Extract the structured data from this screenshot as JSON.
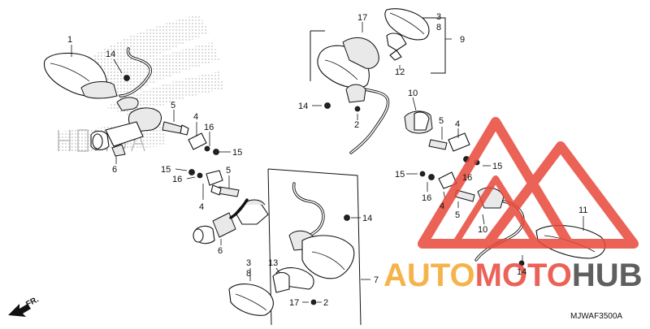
{
  "diagram_code": "MJWAF3500A",
  "direction_label": "FR.",
  "watermark": {
    "part1": "AUTO",
    "part2": "MOTO",
    "part3": "HUB"
  },
  "colors": {
    "watermark_red": "#e8473a",
    "watermark_orange": "#f4a72c",
    "watermark_dark": "#444444",
    "logo_gray": "#b5b5b5"
  },
  "callouts": {
    "top_left": [
      {
        "id": "1",
        "text": "1"
      },
      {
        "id": "14",
        "text": "14"
      },
      {
        "id": "5",
        "text": "5"
      },
      {
        "id": "4",
        "text": "4"
      },
      {
        "id": "16",
        "text": "16"
      },
      {
        "id": "15",
        "text": "15"
      },
      {
        "id": "6",
        "text": "6"
      }
    ],
    "bottom_left": [
      {
        "id": "15",
        "text": "15"
      },
      {
        "id": "16",
        "text": "16"
      },
      {
        "id": "4",
        "text": "4"
      },
      {
        "id": "5",
        "text": "5"
      },
      {
        "id": "6",
        "text": "6"
      }
    ],
    "upper_group": [
      {
        "id": "17",
        "text": "17"
      },
      {
        "id": "3",
        "text": "3"
      },
      {
        "id": "8",
        "text": "8"
      },
      {
        "id": "9",
        "text": "9"
      },
      {
        "id": "12",
        "text": "12"
      },
      {
        "id": "14",
        "text": "14"
      },
      {
        "id": "2",
        "text": "2"
      }
    ],
    "lower_group": [
      {
        "id": "14",
        "text": "14"
      },
      {
        "id": "3",
        "text": "3"
      },
      {
        "id": "8",
        "text": "8"
      },
      {
        "id": "13",
        "text": "13"
      },
      {
        "id": "7",
        "text": "7"
      },
      {
        "id": "17",
        "text": "17"
      },
      {
        "id": "2",
        "text": "2"
      }
    ],
    "right": [
      {
        "id": "10",
        "text": "10"
      },
      {
        "id": "5",
        "text": "5"
      },
      {
        "id": "4",
        "text": "4"
      },
      {
        "id": "15",
        "text": "15"
      },
      {
        "id": "16",
        "text": "16"
      },
      {
        "id": "15b",
        "text": "15"
      },
      {
        "id": "16b",
        "text": "16"
      },
      {
        "id": "4b",
        "text": "4"
      },
      {
        "id": "5b",
        "text": "5"
      },
      {
        "id": "10b",
        "text": "10"
      },
      {
        "id": "11",
        "text": "11"
      },
      {
        "id": "14",
        "text": "14"
      }
    ]
  }
}
